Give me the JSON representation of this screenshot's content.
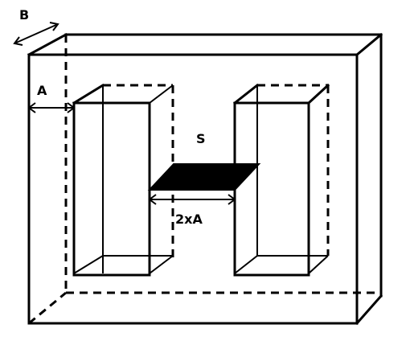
{
  "labels": {
    "b": "B",
    "a": "A",
    "s": "S",
    "two_a": "2xA"
  },
  "colors": {
    "line": "#000000",
    "section_fill": "#000000",
    "background": "#ffffff"
  }
}
